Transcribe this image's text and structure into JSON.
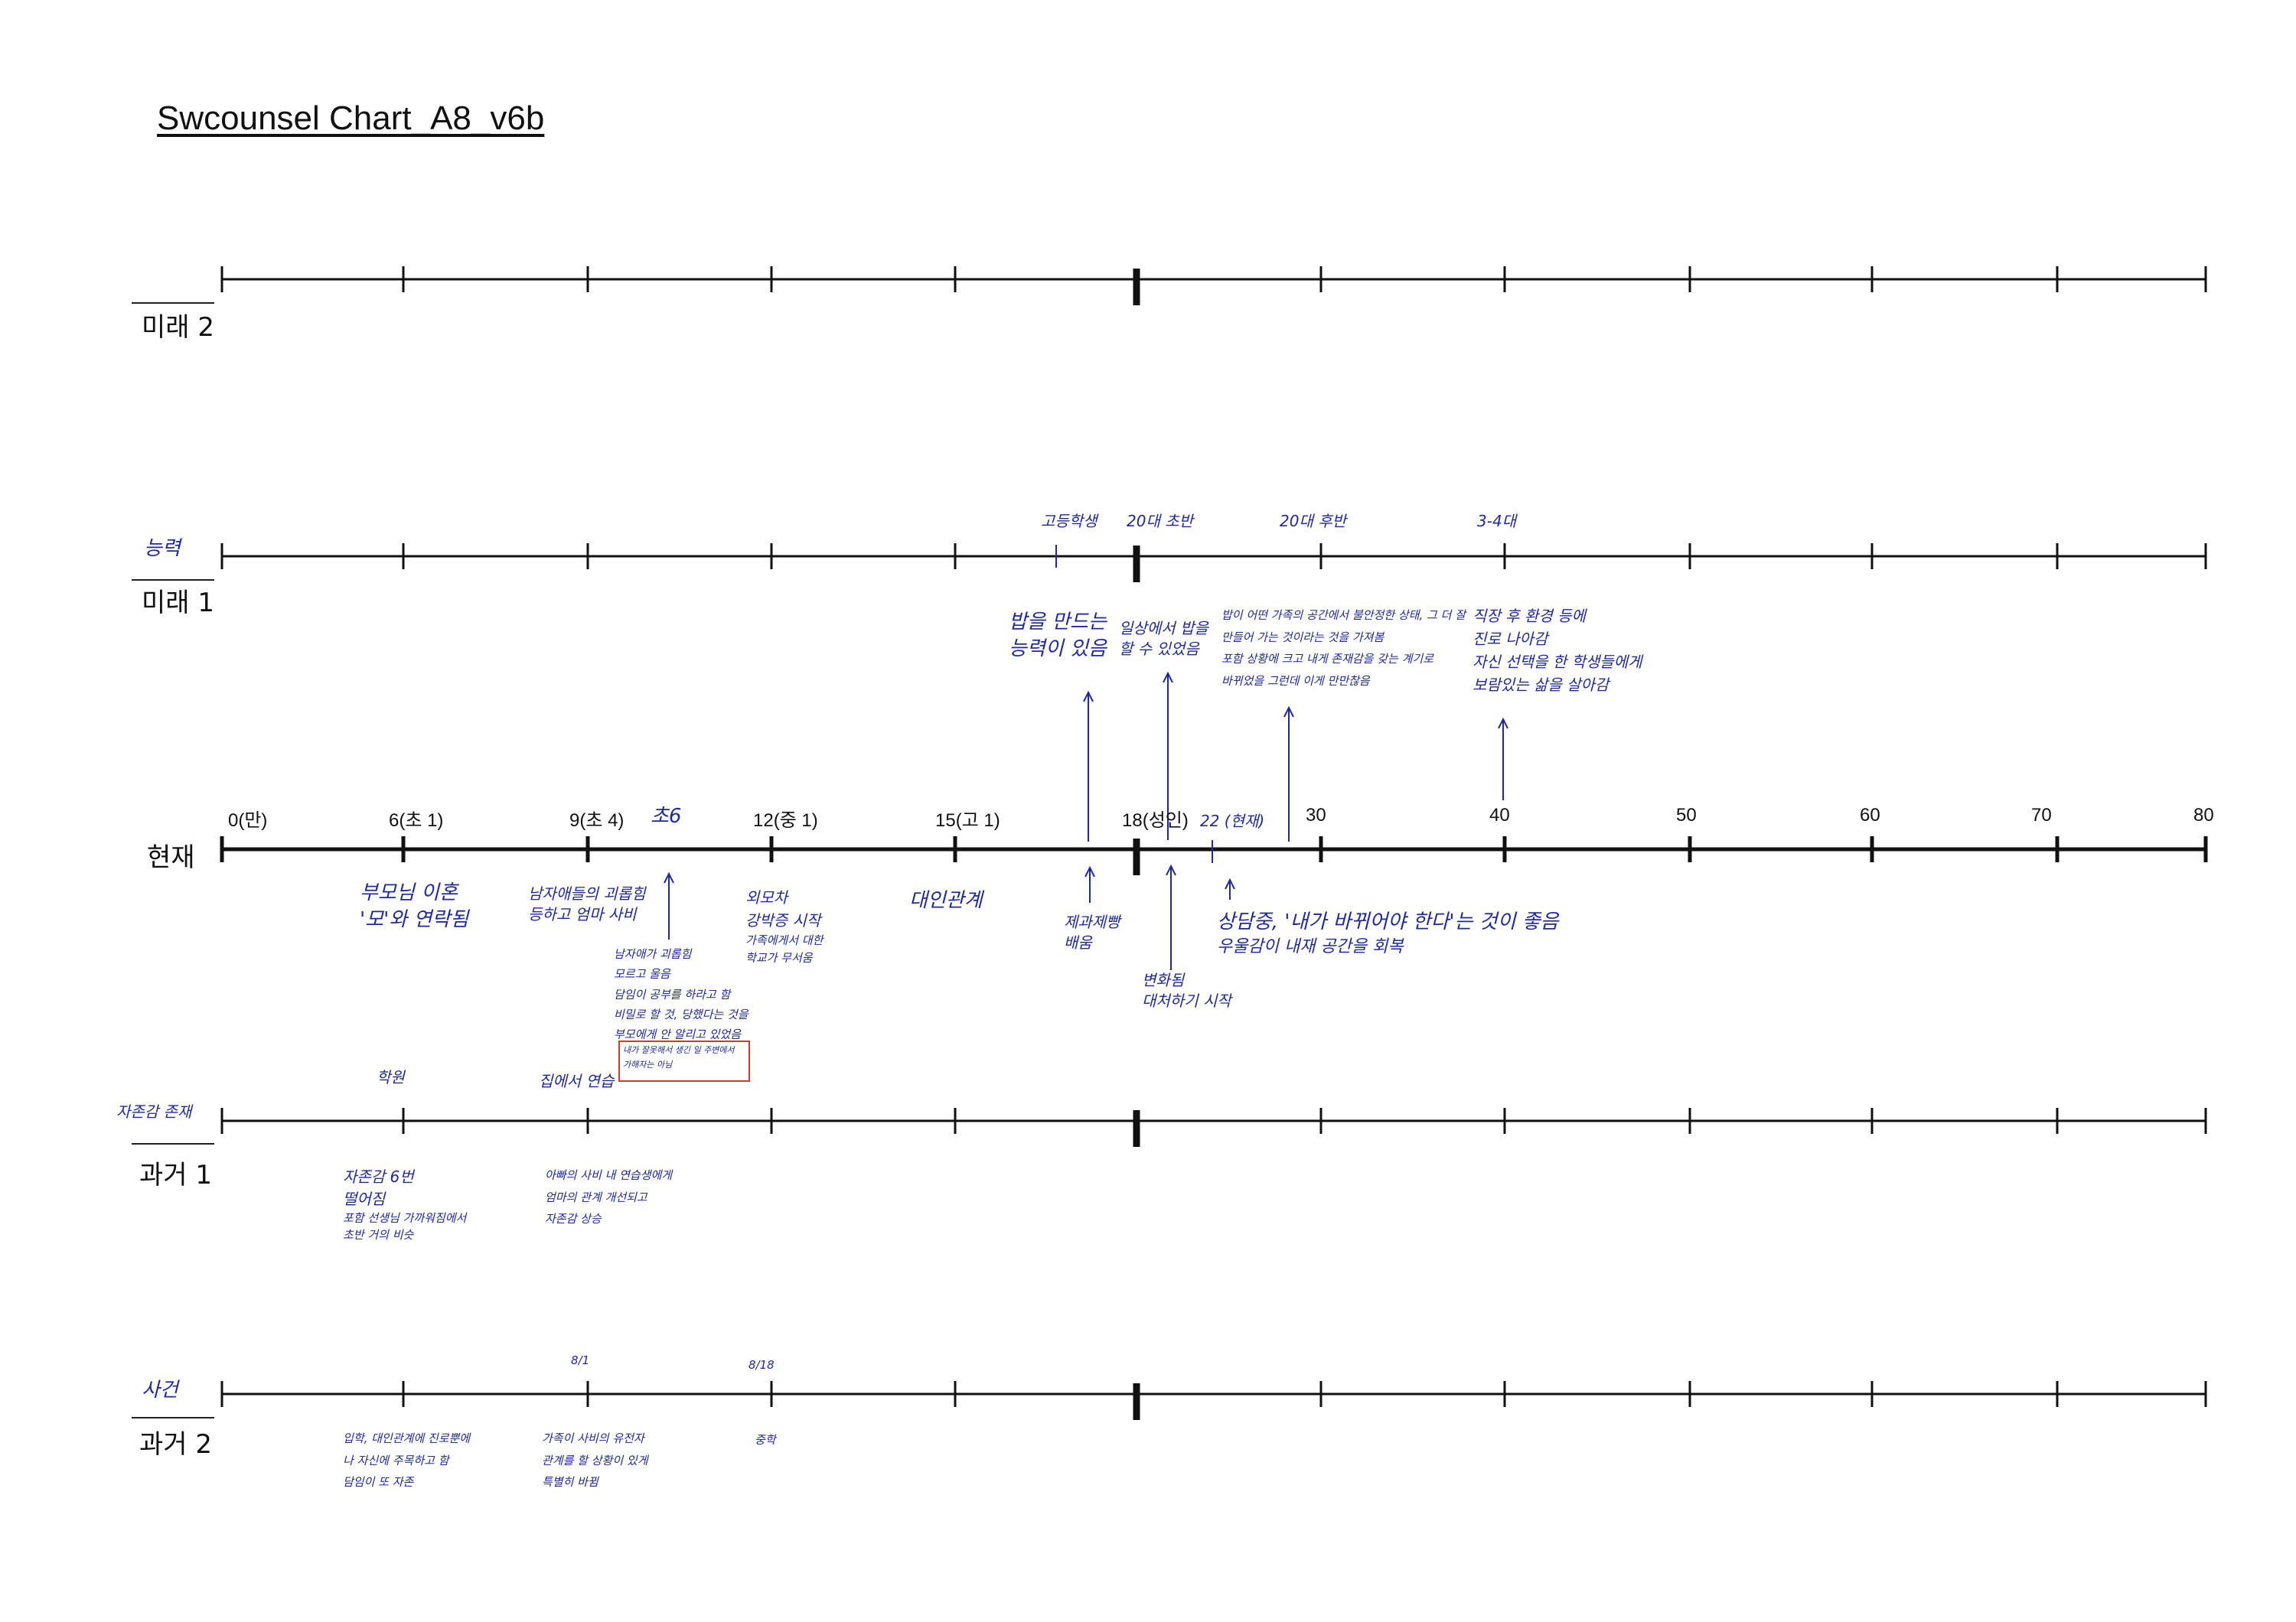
{
  "title": "Swcounsel Chart_A8_v6b",
  "colors": {
    "line": "#111111",
    "ink": "#1f2aa0",
    "box": "#d23a3a"
  },
  "rows": [
    {
      "id": "future2",
      "label": "미래 2",
      "side_note": ""
    },
    {
      "id": "future1",
      "label": "미래 1",
      "side_note": "능력"
    },
    {
      "id": "present",
      "label": "현재",
      "side_note": ""
    },
    {
      "id": "past1",
      "label": "과거 1",
      "side_note": "자존감 존재"
    },
    {
      "id": "past2",
      "label": "과거 2",
      "side_note": "사건"
    }
  ],
  "present_axis_labels": [
    "0(만)",
    "6(초 1)",
    "9(초 4)",
    "12(중 1)",
    "15(고 1)",
    "18(성인)",
    "30",
    "40",
    "50",
    "60",
    "70",
    "80"
  ],
  "present_current_label": "22 (현재)",
  "future1_top_notes": [
    "고등학생",
    "20대 초반",
    "20대 후반",
    "3-4대"
  ],
  "future1_notes": [
    [
      "밥을 만드는",
      "능력이 있음"
    ],
    [
      "일상에서 밥을",
      "할 수 있었음"
    ],
    [
      "밥이 어떤 가족의 공간에서 불안정한 상태, 그 더 잘",
      "만들어 가는 것이라는 것을 가져봄",
      "포함 상황에 크고 내게 존재감을 갖는 계기로",
      "바뀌었을 그런데 이게 만만찮음"
    ],
    [
      "직장 후 환경 등에",
      "진로 나아감",
      "자신 선택을 한 학생들에게",
      "보람있는 삶을 살아감"
    ]
  ],
  "present_below_notes": [
    [
      "부모님 이혼",
      "'모'와 연락됨"
    ],
    [
      "남자애들의 괴롭힘",
      "등하고 엄마 사비"
    ],
    [
      "초6"
    ],
    [
      "남자애가 괴롭힘",
      "모르고 울음",
      "담임이 공부를 하라고 함",
      "비밀로 할 것, 당했다는 것을",
      "부모에게 안 알리고 있었음"
    ],
    [
      "내가 잘못해서 생긴 일 주변에서",
      "가해자는 아님"
    ],
    [
      "외모차",
      "강박증 시작",
      "가족에게서 대한",
      "학교가 무서움"
    ],
    [
      "대인관계"
    ],
    [
      "제과제빵",
      "배움"
    ],
    [
      "변화됨",
      "대처하기 시작"
    ],
    [
      "상담중, '내가 바뀌어야 한다'는 것이 좋음",
      "우울감이 내재 공간을 회복"
    ]
  ],
  "past1_top_notes": [
    "학원",
    "집에서 연습"
  ],
  "past1_notes": [
    [
      "자존감 6번",
      "떨어짐",
      "포함 선생님 가까워짐에서",
      "초반 거의 비슷"
    ],
    [
      "아빠의 사비 내 연습생에게",
      "엄마의 관계 개선되고",
      "자존감 상승"
    ]
  ],
  "past2_top_notes": [
    "8/1",
    "8/18"
  ],
  "past2_notes": [
    [
      "입학, 대인관계에 진로뿐에",
      "나 자신에 주목하고 함",
      "담임이 또 자존"
    ],
    [
      "가족이 사비의 유전자",
      "관계를 할 상황이 있게",
      "특별히 바뀜"
    ],
    [
      "중학"
    ]
  ]
}
